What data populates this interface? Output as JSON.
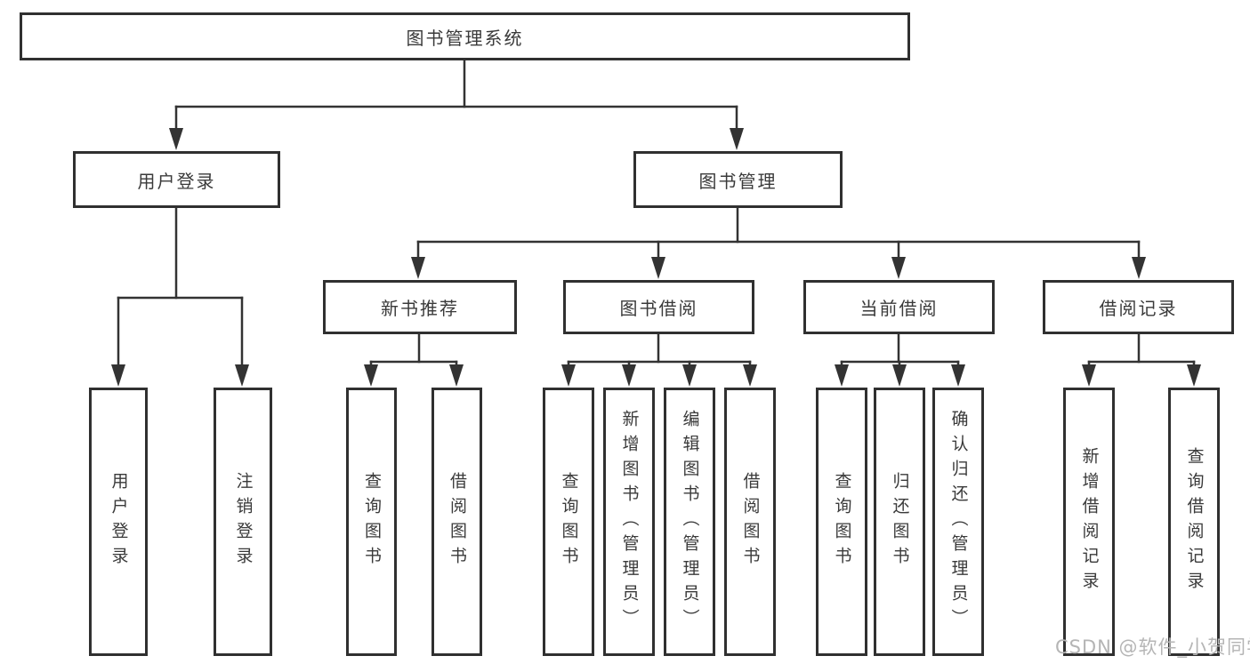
{
  "diagram": {
    "type": "hierarchy",
    "tree": {
      "root": {
        "label": "图书管理系统"
      },
      "branches": [
        {
          "label": "用户登录",
          "children": [
            {
              "label": "用户登录"
            },
            {
              "label": "注销登录"
            }
          ]
        },
        {
          "label": "图书管理",
          "children": [
            {
              "label": "新书推荐",
              "children": [
                {
                  "label": "查询图书"
                },
                {
                  "label": "借阅图书"
                }
              ]
            },
            {
              "label": "图书借阅",
              "children": [
                {
                  "label": "查询图书"
                },
                {
                  "label": "新增图书（管理员）"
                },
                {
                  "label": "编辑图书（管理员）"
                },
                {
                  "label": "借阅图书"
                }
              ]
            },
            {
              "label": "当前借阅",
              "children": [
                {
                  "label": "查询图书"
                },
                {
                  "label": "归还图书"
                },
                {
                  "label": "确认归还（管理员）"
                }
              ]
            },
            {
              "label": "借阅记录",
              "children": [
                {
                  "label": "新增借阅记录"
                },
                {
                  "label": "查询借阅记录"
                }
              ]
            }
          ]
        }
      ]
    }
  },
  "watermark": {
    "text": "CSDN @软件_小贺同学"
  },
  "colors": {
    "line": "#333333",
    "box_border": "#303030",
    "text": "#3a3a3a",
    "watermark": "#b5b5b5",
    "background": "#ffffff"
  }
}
